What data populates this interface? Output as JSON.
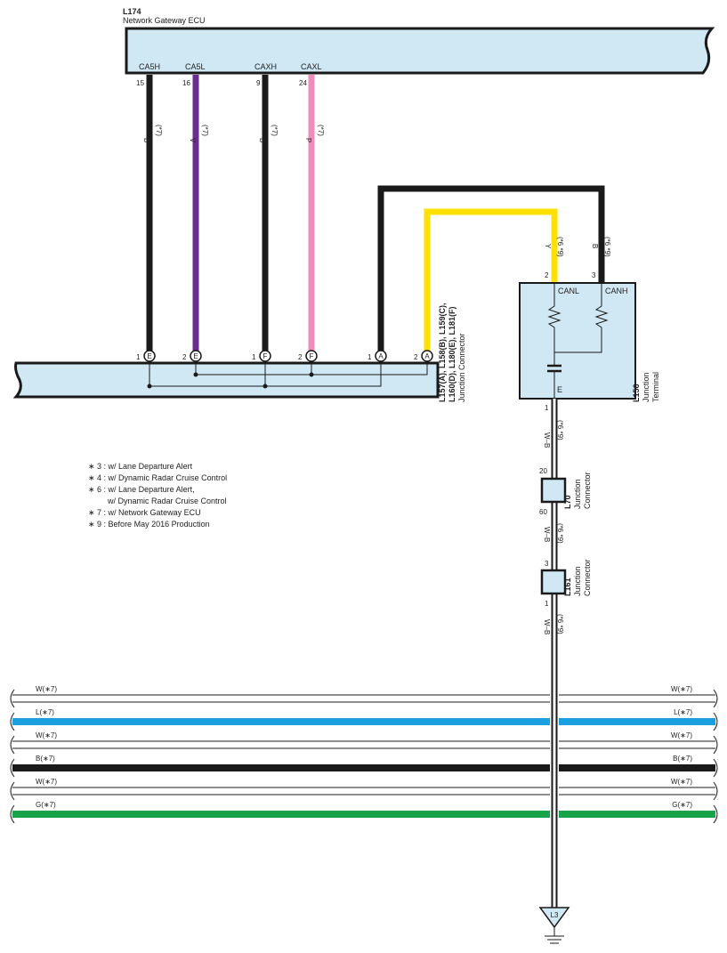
{
  "ecu": {
    "code": "L174",
    "name": "Network Gateway ECU",
    "pins": [
      {
        "name": "CA5H",
        "num": "15",
        "wire": "B",
        "note": "(*7)"
      },
      {
        "name": "CA5L",
        "num": "16",
        "wire": "V",
        "note": "(*7)"
      },
      {
        "name": "CAXH",
        "num": "9",
        "wire": "B",
        "note": "(*7)"
      },
      {
        "name": "CAXL",
        "num": "24",
        "wire": "P",
        "note": "(*7)"
      }
    ]
  },
  "junction_connector": {
    "codes_line1": "L157(A), L158(B), L159(C),",
    "codes_line2": "L160(D), L180(E), L181(F)",
    "name": "Junction Connector",
    "terminals": [
      {
        "num": "1",
        "letter": "E"
      },
      {
        "num": "2",
        "letter": "E"
      },
      {
        "num": "1",
        "letter": "F"
      },
      {
        "num": "2",
        "letter": "F"
      },
      {
        "num": "1",
        "letter": "A"
      },
      {
        "num": "2",
        "letter": "A"
      }
    ]
  },
  "junction_terminal": {
    "code": "L156",
    "name_line1": "Junction",
    "name_line2": "Terminal",
    "canl": "CANL",
    "canh": "CANH",
    "e": "E",
    "pin_canl": "2",
    "pin_canh": "3",
    "pin_e": "1",
    "wire_y": "Y",
    "wire_b": "B",
    "note_y": "(*6 *9)",
    "note_b": "(*6 *9)"
  },
  "ground_path": {
    "wire": "W–B",
    "note": "(*6 *9)",
    "l70": {
      "code": "L70",
      "name_line1": "Junction",
      "name_line2": "Connector",
      "pin_top": "20",
      "pin_bottom": "60"
    },
    "l161": {
      "code": "L161",
      "name_line1": "Junction",
      "name_line2": "Connector",
      "pin_top": "3",
      "pin_bottom": "1"
    },
    "ground": "L3"
  },
  "notes": [
    "∗ 3 : w/ Lane Departure Alert",
    "∗ 4 : w/ Dynamic Radar Cruise Control",
    "∗ 6 : w/ Lane Departure Alert,",
    "w/ Dynamic Radar Cruise Control",
    "∗ 7 : w/ Network Gateway ECU",
    "∗ 9 : Before May 2016 Production"
  ],
  "bus_wires": [
    {
      "label": "W(∗7)",
      "color": "#ffffff"
    },
    {
      "label": "L(∗7)",
      "color": "#1a9fe0"
    },
    {
      "label": "W(∗7)",
      "color": "#ffffff"
    },
    {
      "label": "B(∗7)",
      "color": "#1a1a1a"
    },
    {
      "label": "W(∗7)",
      "color": "#ffffff"
    },
    {
      "label": "G(∗7)",
      "color": "#16a34a"
    }
  ],
  "colors": {
    "box_fill": "#cfe8f3",
    "black_wire": "#1a1a1a",
    "violet_wire": "#6b2d91",
    "pink_wire": "#f08cbb",
    "yellow_wire": "#ffe000"
  }
}
